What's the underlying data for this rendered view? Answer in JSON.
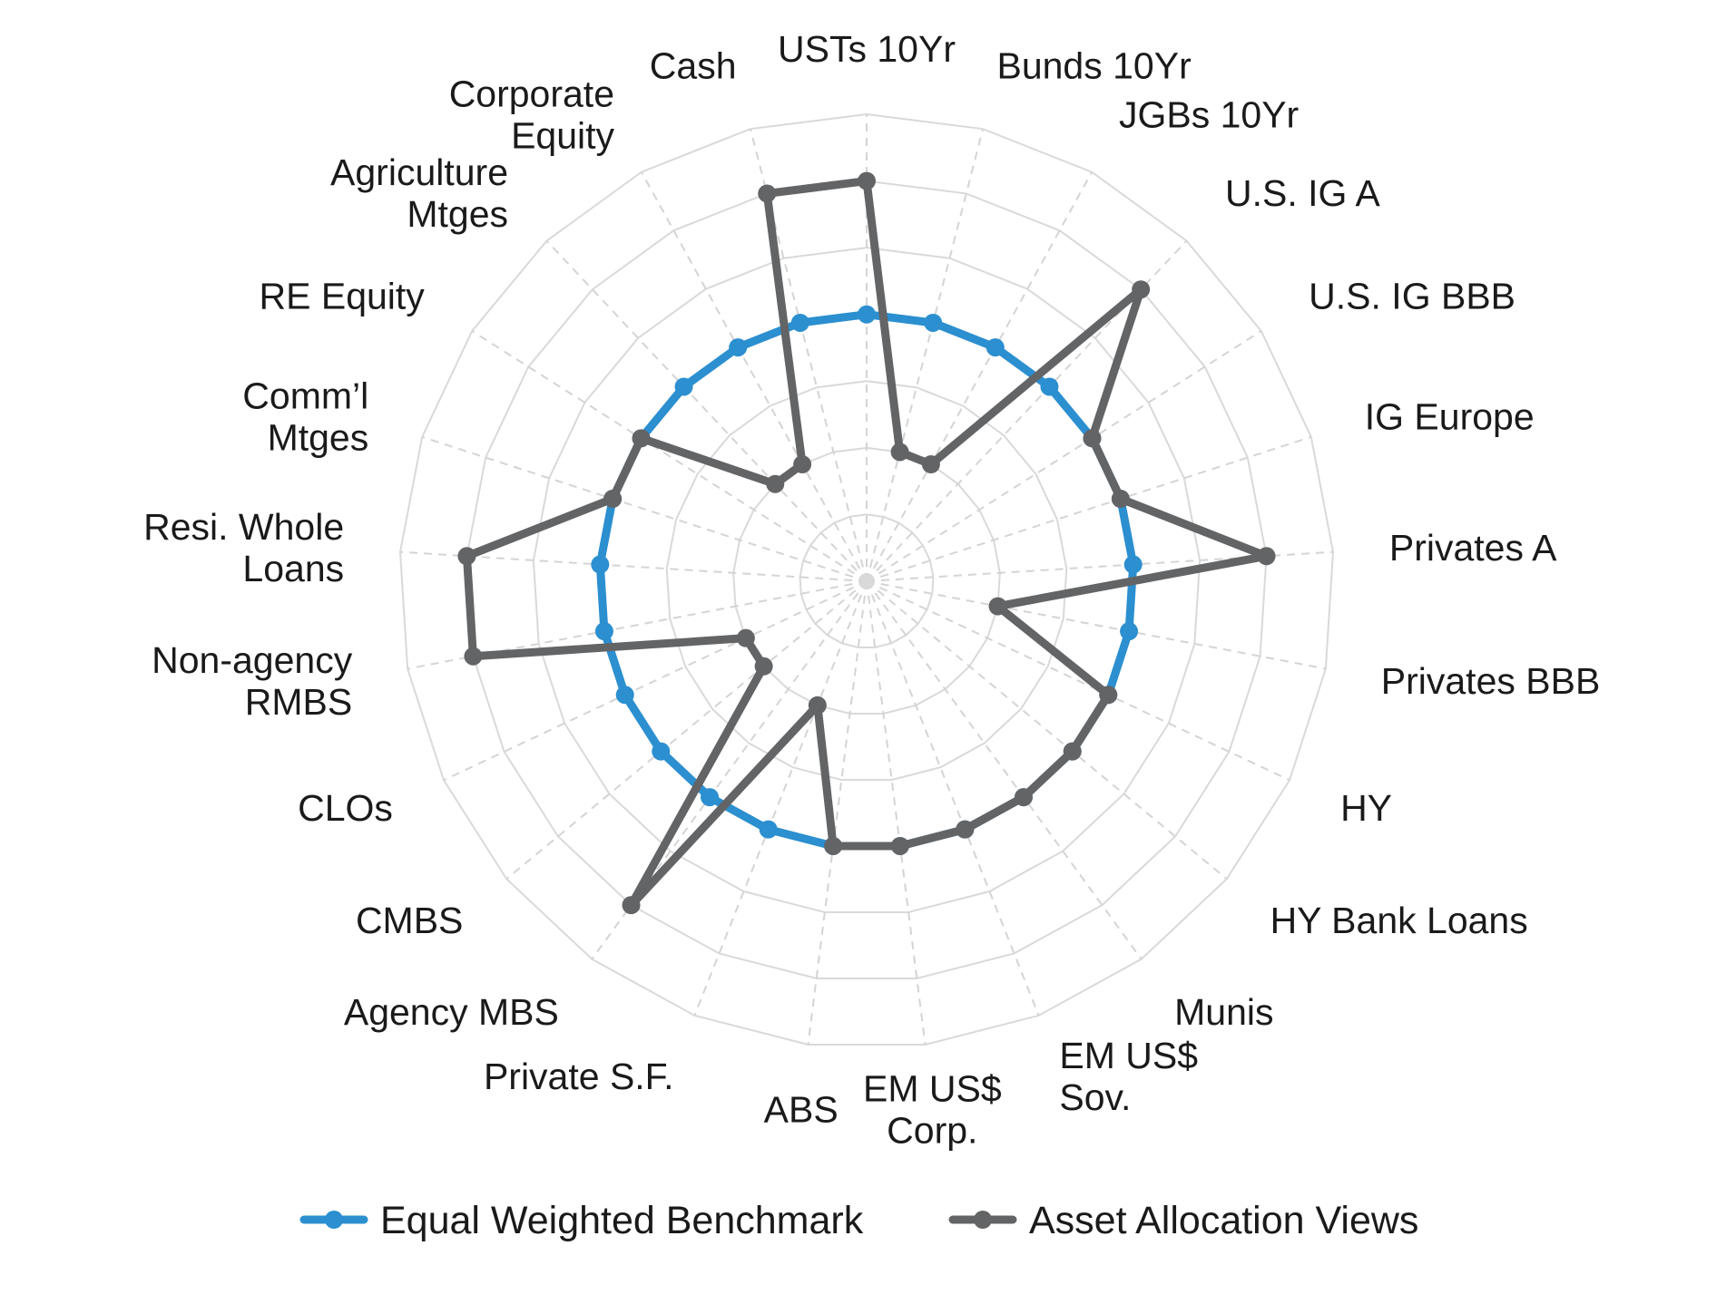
{
  "chart_data": {
    "type": "radar",
    "title": "",
    "categories": [
      "USTs 10Yr",
      "Bunds 10Yr",
      "JGBs 10Yr",
      "U.S. IG A",
      "U.S. IG BBB",
      "IG Europe",
      "Privates A",
      "Privates BBB",
      "HY",
      "HY Bank Loans",
      "Munis",
      "EM US$ Sov.",
      "EM US$ Corp.",
      "ABS",
      "Private S.F.",
      "Agency MBS",
      "CMBS",
      "CLOs",
      "Non-agency RMBS",
      "Resi. Whole Loans",
      "Comm’l Mtges",
      "RE Equity",
      "Agriculture Mtges",
      "Corporate Equity",
      "Cash"
    ],
    "category_lines": [
      [
        "USTs 10Yr"
      ],
      [
        "Bunds 10Yr"
      ],
      [
        "JGBs 10Yr"
      ],
      [
        "U.S. IG A"
      ],
      [
        "U.S. IG BBB"
      ],
      [
        "IG Europe"
      ],
      [
        "Privates A"
      ],
      [
        "Privates BBB"
      ],
      [
        "HY"
      ],
      [
        "HY Bank Loans"
      ],
      [
        "Munis"
      ],
      [
        "EM US$",
        "Sov."
      ],
      [
        "EM US$",
        "Corp."
      ],
      [
        "ABS"
      ],
      [
        "Private S.F."
      ],
      [
        "Agency MBS"
      ],
      [
        "CMBS"
      ],
      [
        "CLOs"
      ],
      [
        "Non-agency",
        "RMBS"
      ],
      [
        "Resi. Whole",
        "Loans"
      ],
      [
        "Comm’l",
        "Mtges"
      ],
      [
        "RE Equity"
      ],
      [
        "Agriculture",
        "Mtges"
      ],
      [
        "Corporate",
        "Equity"
      ],
      [
        "Cash"
      ]
    ],
    "rlim": [
      0,
      7
    ],
    "rings": 7,
    "grid": true,
    "legend_position": "bottom",
    "series": [
      {
        "name": "Equal Weighted Benchmark",
        "color": "#2b8fd0",
        "values": [
          4,
          4,
          4,
          4,
          4,
          4,
          4,
          4,
          4,
          4,
          4,
          4,
          4,
          4,
          4,
          4,
          4,
          4,
          4,
          4,
          4,
          4,
          4,
          4,
          4
        ]
      },
      {
        "name": "Asset Allocation Views",
        "color": "#636466",
        "values": [
          6,
          2,
          2,
          6,
          4,
          4,
          6,
          2,
          4,
          4,
          4,
          4,
          4,
          4,
          2,
          6,
          2,
          2,
          6,
          6,
          4,
          4,
          2,
          2,
          6
        ]
      }
    ]
  },
  "legend": {
    "items": [
      {
        "label": "Equal Weighted Benchmark",
        "color": "#2b8fd0"
      },
      {
        "label": "Asset Allocation Views",
        "color": "#636466"
      }
    ]
  }
}
